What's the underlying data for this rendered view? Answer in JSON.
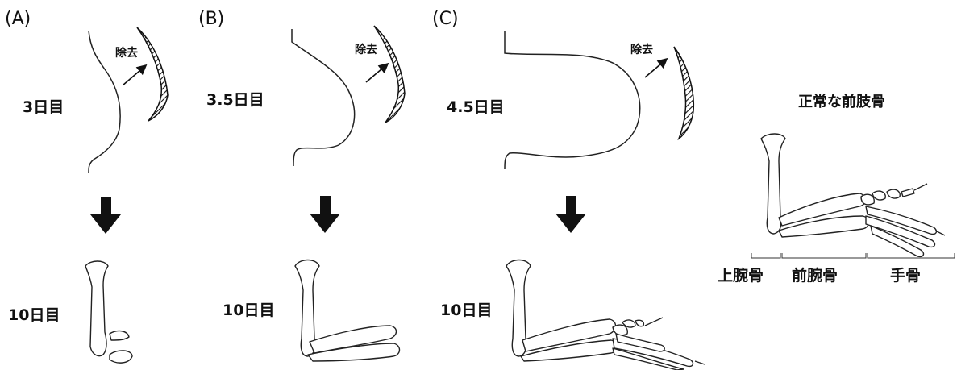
{
  "panels": [
    {
      "letter": "(A)",
      "start_day": "3日目",
      "removal": "除去",
      "end_day": "10日目"
    },
    {
      "letter": "(B)",
      "start_day": "3.5日目",
      "removal": "除去",
      "end_day": "10日目"
    },
    {
      "letter": "(C)",
      "start_day": "4.5日目",
      "removal": "除去",
      "end_day": "10日目"
    }
  ],
  "normal": {
    "title": "正常な前肢骨",
    "labels": {
      "humerus": "上腕骨",
      "forearm": "前腕骨",
      "hand": "手骨"
    }
  },
  "colors": {
    "line": "#222222",
    "arrow": "#111111",
    "background": "#ffffff"
  }
}
